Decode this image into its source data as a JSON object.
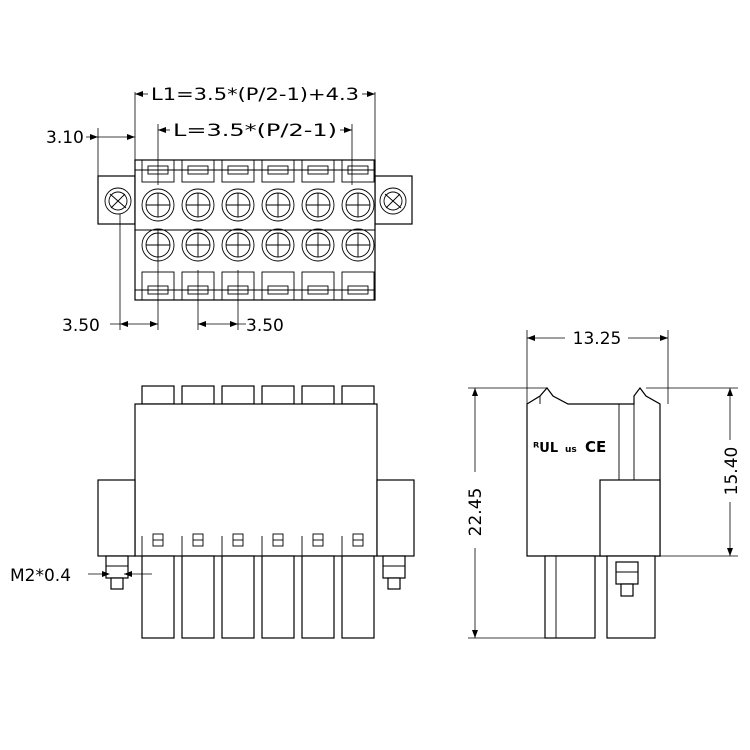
{
  "dimensions": {
    "l1": "L1=3.5*(P/2-1)+4.3",
    "l": "L=3.5*(P/2-1)",
    "left_offset": "3.10",
    "pitch_left": "3.50",
    "pitch_right": "3.50",
    "depth": "13.25",
    "height_total": "22.45",
    "height_body": "15.40",
    "screw": "M2*0.4"
  },
  "marks": {
    "ul": "ᴿUL",
    "ul_region": "us",
    "ce": "CE"
  },
  "pin_count_per_row": 6
}
